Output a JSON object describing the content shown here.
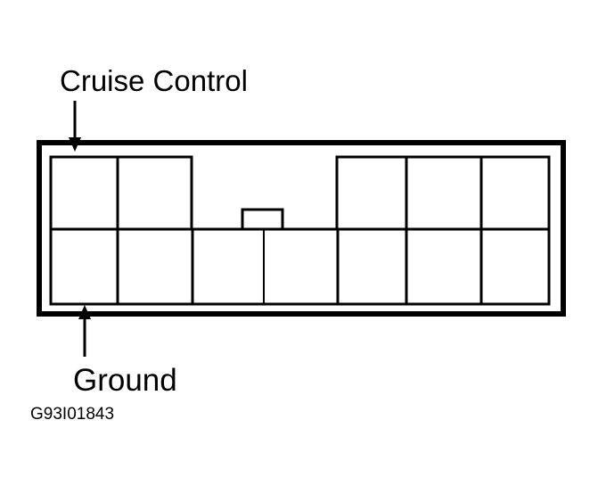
{
  "labels": {
    "cruise_control": "Cruise Control",
    "ground": "Ground",
    "figure_id": "G93I01843"
  },
  "colors": {
    "line": "#000000",
    "background": "#ffffff"
  }
}
